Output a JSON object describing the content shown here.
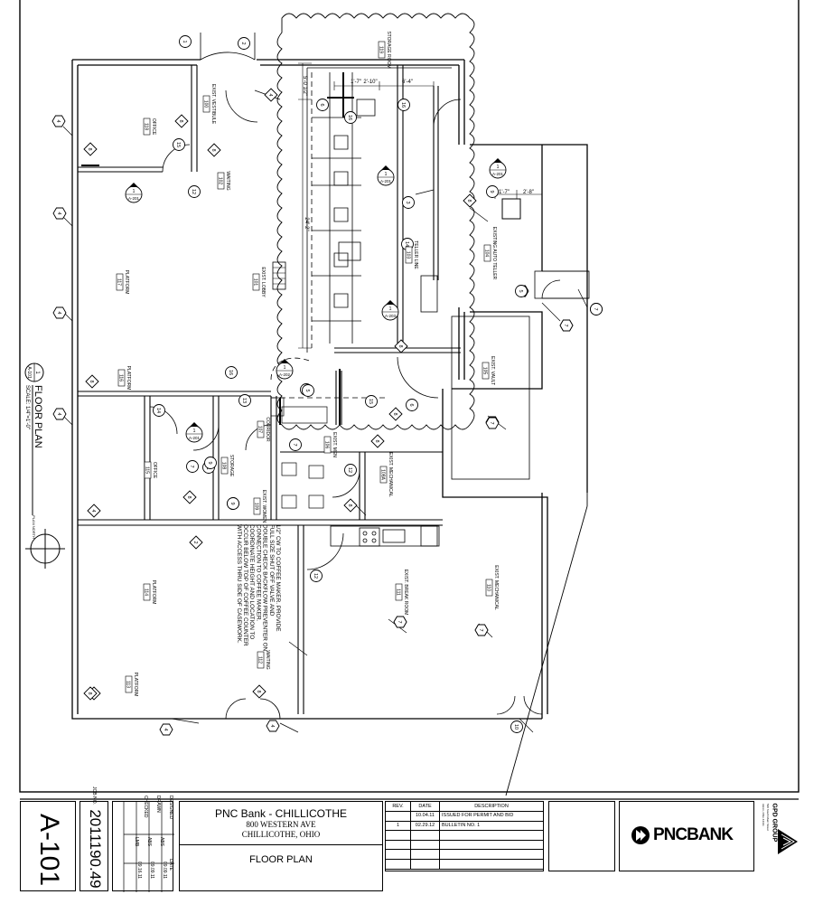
{
  "sheet": {
    "number": "A-101",
    "job_label": "JOB NO.",
    "job_no": "2011190.49",
    "drawing_title": "FLOOR PLAN",
    "plan_title": "FLOOR PLAN",
    "plan_scale": "SCALE: 1/4\"=1'-0\"",
    "plan_ref_num": "1",
    "plan_ref_sheet": "A-101",
    "north_label": "PLAN NORTH"
  },
  "project": {
    "name": "PNC Bank - CHILLICOTHE",
    "address": "800 WESTERN AVE",
    "city": "CHILLICOTHE, OHIO"
  },
  "signoff": {
    "headers": [
      "",
      "DATE"
    ],
    "rows": [
      {
        "role": "DESIGNED",
        "init": "ABS",
        "date": "09.09.11"
      },
      {
        "role": "DRAWN",
        "init": "ABS",
        "date": "09.09.11"
      },
      {
        "role": "CHECKED",
        "init": "LMB",
        "date": "09.16.11"
      }
    ]
  },
  "revisions": {
    "headers": [
      "REV.",
      "DATE",
      "DESCRIPTION"
    ],
    "rows": [
      {
        "rev": "",
        "date": "10.04.11",
        "desc": "ISSUED FOR PERMIT AND BID"
      },
      {
        "rev": "1",
        "date": "02.29.12",
        "desc": "BULLETIN NO. 1"
      },
      {
        "rev": "",
        "date": "",
        "desc": ""
      },
      {
        "rev": "",
        "date": "",
        "desc": ""
      },
      {
        "rev": "",
        "date": "",
        "desc": ""
      },
      {
        "rev": "",
        "date": "",
        "desc": ""
      }
    ]
  },
  "client": {
    "logo_text": "PNCBANK"
  },
  "firm": {
    "name": "GPD GROUP",
    "lines": [
      "520 South Main Street",
      "Akron, Ohio 44311"
    ]
  },
  "rooms": [
    {
      "name": "STORAGE ROOM",
      "num": "119"
    },
    {
      "name": "EXIST. VESTIBULE",
      "num": "100"
    },
    {
      "name": "OFFICE",
      "num": "118"
    },
    {
      "name": "WAITING",
      "num": "102"
    },
    {
      "name": "EXIST. LOBBY",
      "num": "101"
    },
    {
      "name": "PLATFORM",
      "num": "117"
    },
    {
      "name": "PLATFORM",
      "num": "116"
    },
    {
      "name": "TELLER LINE",
      "num": "103"
    },
    {
      "name": "EXISTING AUTO TELLER",
      "num": "104"
    },
    {
      "name": "EXIST. VAULT",
      "num": "105"
    },
    {
      "name": "OFFICE",
      "num": "115"
    },
    {
      "name": "STORAGE",
      "num": "108"
    },
    {
      "name": "CORRIDOR",
      "num": "107"
    },
    {
      "name": "EXIST. MEN",
      "num": "106"
    },
    {
      "name": "EXIST. WOMEN",
      "num": "109"
    },
    {
      "name": "EXIST. MECHANICAL",
      "num": "108A"
    },
    {
      "name": "PLATFORM",
      "num": "114"
    },
    {
      "name": "EXIST. BREAK ROOM",
      "num": "111"
    },
    {
      "name": "EXIST. MECHANICAL",
      "num": "110"
    },
    {
      "name": "WAITING",
      "num": "112"
    },
    {
      "name": "PLATFORM",
      "num": "113"
    }
  ],
  "dimensions": [
    "5'-0 1/2\"",
    "1'-7\"",
    "2'-10\"",
    "6'-4\"",
    "24'-2\"",
    "1'-7\"",
    "2'-8\""
  ],
  "section_refs": [
    "A-201",
    "A-201",
    "A-202",
    "A-203",
    "A-201",
    "A-201"
  ],
  "tags": [
    "1",
    "4",
    "4",
    "4",
    "4",
    "4",
    "4",
    "4",
    "4",
    "4",
    "4",
    "4",
    "4",
    "4",
    "4",
    "8",
    "8",
    "8",
    "8",
    "8",
    "8",
    "8",
    "8",
    "8",
    "8",
    "8",
    "8",
    "10",
    "10",
    "11",
    "12",
    "12",
    "12",
    "13",
    "14",
    "14",
    "15",
    "15",
    "15",
    "16",
    "16",
    "16",
    "2",
    "2",
    "3",
    "5",
    "5",
    "6",
    "6",
    "7",
    "7",
    "7",
    "7",
    "7",
    "7",
    "7",
    "9",
    "9",
    "9",
    "10"
  ],
  "general_note": "1/2\" CW TO COFFEE MAKER. PROVIDE FULL SIZE SHUT OFF VALVE AND DOUBLE CHECK BACKFLOW PREVENTER ON CONNECTION TO COFFEE MAKER. COORDINATE HEIGHT AND LOCATION TO OCCUR BELOW TOP OF COFFEE COUNTER WITH ACCESS THRU SIDE OF CASEWORK."
}
